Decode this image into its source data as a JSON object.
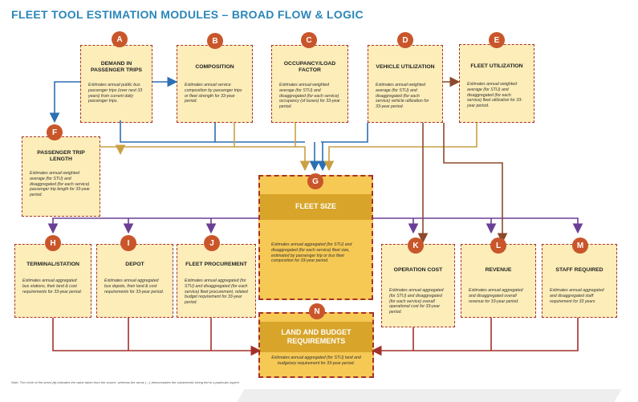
{
  "title": "FLEET TOOL ESTIMATION MODULES – BROAD FLOW & LOGIC",
  "note": "Note: The circle of the arrow (●) indicates the value taken from the source, whereas the arrow (→) demonstrates the value/metric being fed to a particular aspect",
  "modules": {
    "A": {
      "badge": "A",
      "title": "DEMAND IN PASSENGER TRIPS",
      "desc": "Estimates annual public bus passenger trips (over next 33 years) from current daily passenger trips."
    },
    "B": {
      "badge": "B",
      "title": "COMPOSITION",
      "desc": "Estimates annual service composition by passenger trips or fleet strength for 33-year period."
    },
    "C": {
      "badge": "C",
      "title": "OCCUPANCY/LOAD  FACTOR",
      "desc": "Estimates annual weighted average (for STU) and disaggregated (for each service) occupancy (of buses) for 33-year period."
    },
    "D": {
      "badge": "D",
      "title": "VEHICLE UTILIZATION",
      "desc": "Estimates annual weighted average (for STU) and disaggregated (for each service) vehicle utilization for 33-year period."
    },
    "E": {
      "badge": "E",
      "title": "FLEET UTILIZATION",
      "desc": "Estimates annual weighted average (for STU) and disaggregated (for each service) fleet utilization for 33-year period."
    },
    "F": {
      "badge": "F",
      "title": "PASSENGER TRIP LENGTH",
      "desc": "Estimates annual weighted average (for STU) and disaggregated (for each service) passenger trip length for 33-year period."
    },
    "G": {
      "badge": "G",
      "title": "FLEET SIZE",
      "desc": "Estimates annual aggregated (for STU) and disaggregated (for each service) fleet size, estimated by passenger trip or bus fleet composition for 33-year period."
    },
    "H": {
      "badge": "H",
      "title": "TERMINAL/STATION",
      "desc": "Estimates annual aggregated bus stations, their land & cost requirements for 33-year period."
    },
    "I": {
      "badge": "I",
      "title": "DEPOT",
      "desc": "Estimates annual aggregated bus depots, their land & cost requirements for 33-year period."
    },
    "J": {
      "badge": "J",
      "title": "FLEET PROCUREMENT",
      "desc": "Estimates annual aggregated (for STU) and disaggregated (for each service) fleet procurement, related budget requirement for 33-year period."
    },
    "K": {
      "badge": "K",
      "title": "OPERATION COST",
      "desc": "Estimates annual aggregated (for STU) and disaggregated (for each service) overall operational cost for 33-year period."
    },
    "L": {
      "badge": "L",
      "title": "REVENUE",
      "desc": "Estimates annual aggregated and disaggregated overall revenue for 33-year period."
    },
    "M": {
      "badge": "M",
      "title": "STAFF REQUIRED",
      "desc": "Estimates annual aggregated and disaggregated staff requirement for 33 years"
    },
    "N": {
      "badge": "N",
      "title": "LAND AND BUDGET REQUIREMENTS",
      "desc": "Estimates annual aggregated (for STU) land and budgetary requirement for 33-year period."
    }
  },
  "colors": {
    "title": "#2a86b9",
    "badge": "#c9562b",
    "box_fill": "#fcedb9",
    "fleet_fill": "#f6c955",
    "border": "#a8322c",
    "blue": "#2c6fb3",
    "gold": "#c9a043",
    "purple": "#6b3f96",
    "brown": "#8b4a2c",
    "red": "#a3302a"
  }
}
